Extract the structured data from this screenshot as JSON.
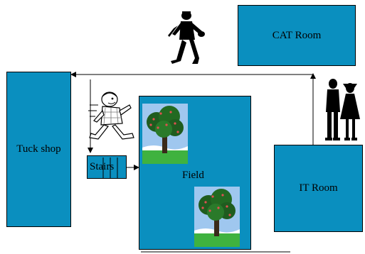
{
  "rooms": {
    "cat_room": "CAT Room",
    "tuck_shop": "Tuck shop",
    "it_room": "IT Room",
    "field": "Field",
    "stairs": "Stairs"
  },
  "icons": {
    "walking_man": "walking-person-silhouette-icon",
    "couple": "couple-silhouette-icon",
    "running_man": "running-man-cartoon-icon",
    "tree": "tree-icon"
  },
  "colors": {
    "room_fill": "#0a8fbf",
    "tree_sky": "#9fc7ef",
    "tree_grass": "#3fb23f"
  }
}
